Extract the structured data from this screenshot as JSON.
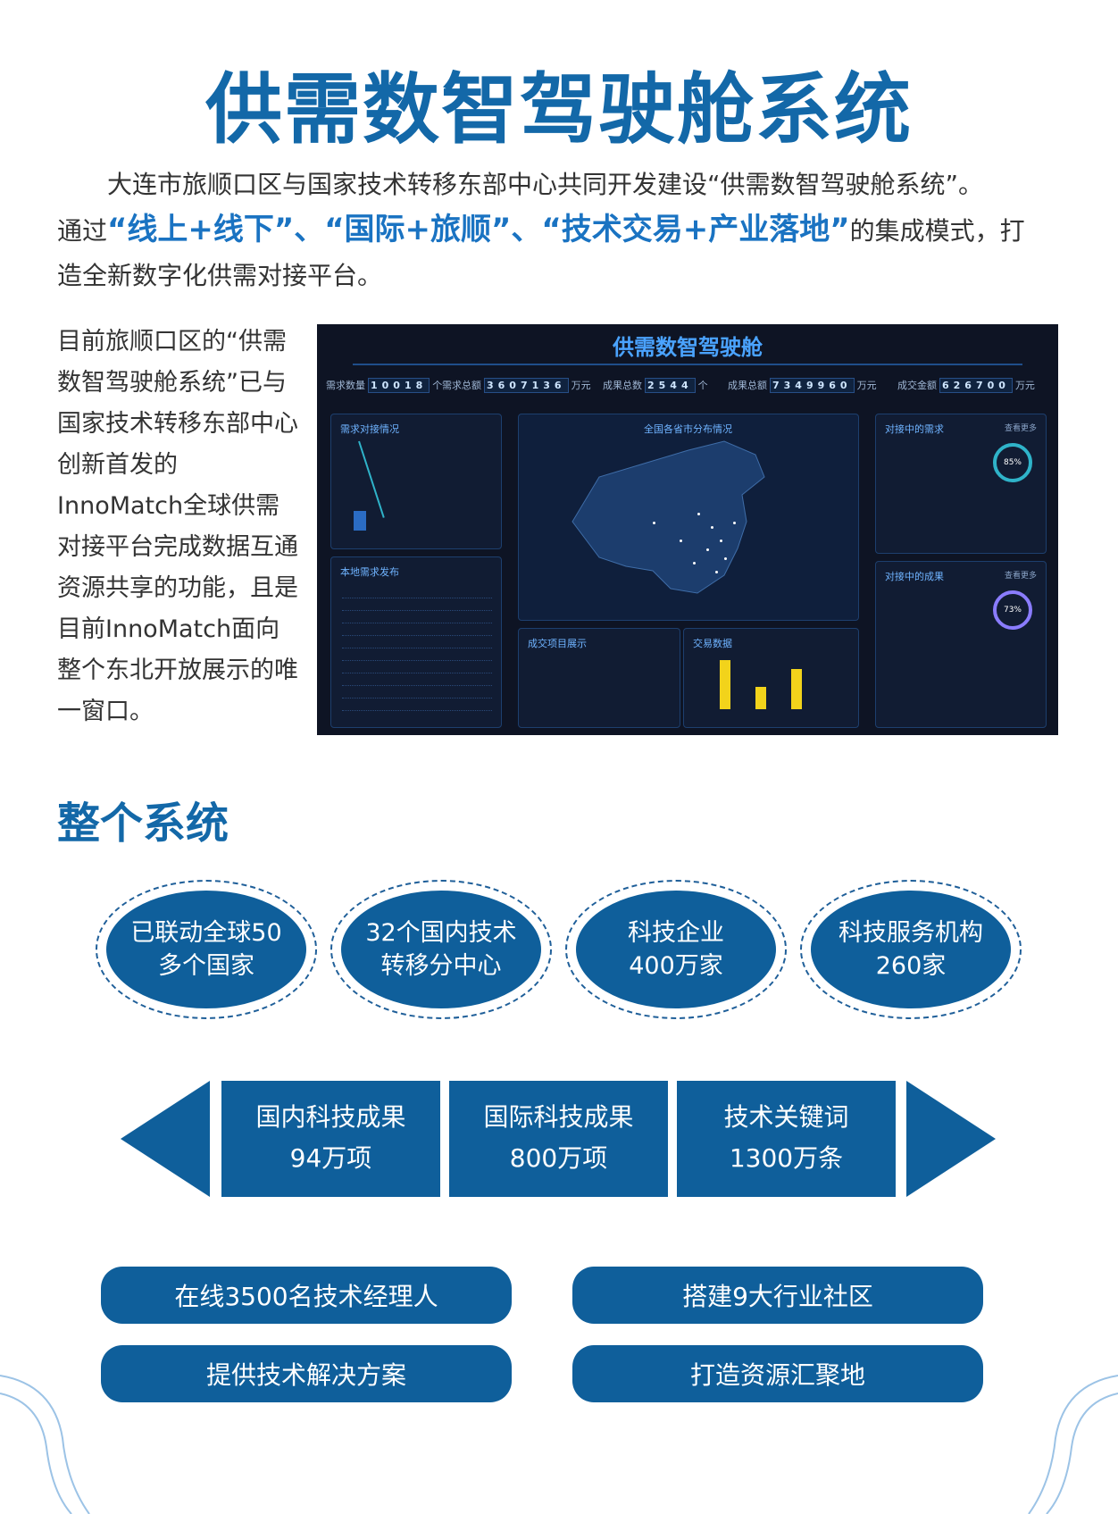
{
  "title": "供需数智驾驶舱系统",
  "intro": {
    "line1": "大连市旅顺口区与国家技术转移东部中心共同开发建设“供需数智驾驶舱系统”。",
    "pre": "通过",
    "hl1": "“线上+线下”",
    "sep1": "、",
    "hl2": "“国际+旅顺”",
    "sep2": "、",
    "hl3": "“技术交易+产业落地”",
    "post": "的集成模式，打造全新数字化供需对接平台。"
  },
  "side_text": "目前旅顺口区的“供需数智驾驶舱系统”已与国家技术转移东部中心创新首发的InnoMatch全球供需对接平台完成数据互通资源共享的功能，且是目前InnoMatch面向整个东北开放展示的唯一窗口。",
  "dashboard": {
    "title": "供需数智驾驶舱",
    "stats": [
      {
        "label": "需求数量",
        "num": "10018",
        "unit": "个"
      },
      {
        "label": "需求总额",
        "num": "3607136",
        "unit": "万元"
      },
      {
        "label": "成果总数",
        "num": "2544",
        "unit": "个"
      },
      {
        "label": "成果总额",
        "num": "7349960",
        "unit": "万元"
      },
      {
        "label": "成交金额",
        "num": "626700",
        "unit": "万元"
      }
    ],
    "panel_demand": "需求对接情况",
    "panel_local": "本地需求发布",
    "panel_map": "全国各省市分布情况",
    "panel_docking_demand": "对接中的需求",
    "panel_docking_result": "对接中的成果",
    "panel_deal": "成交项目展示",
    "panel_trade": "交易数据",
    "more": "查看更多",
    "pct1": "85%",
    "pct2": "73%",
    "local_items": [
      "•  ",
      "•  ",
      "•  ",
      "•  ",
      "•  ",
      "•  ",
      "•  ",
      "•  ",
      "•  ",
      "•  "
    ]
  },
  "section_title": "整个系统",
  "ellipses": [
    "已联动全球50\n多个国家",
    "32个国内技术\n转移分中心",
    "科技企业\n400万家",
    "科技服务机构\n260家"
  ],
  "boxes": [
    {
      "label": "国内科技成果",
      "value": "94万项"
    },
    {
      "label": "国际科技成果",
      "value": "800万项"
    },
    {
      "label": "技术关键词",
      "value": "1300万条"
    }
  ],
  "pills": [
    "在线3500名技术经理人",
    "搭建9大行业社区",
    "提供技术解决方案",
    "打造资源汇聚地"
  ],
  "colors": {
    "brand": "#1368a8",
    "fill": "#0f5f9b",
    "highlight": "#1a73c2",
    "dash_bg": "#0e1424"
  }
}
